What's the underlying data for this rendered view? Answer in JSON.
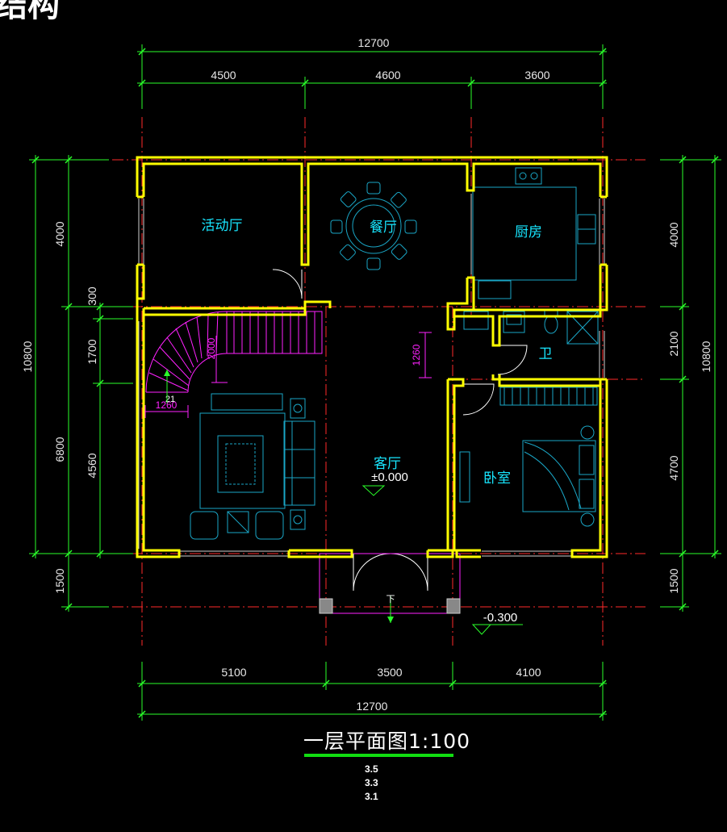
{
  "header_fragment": "结构",
  "dimensions": {
    "top_total": "12700",
    "top_segments": [
      "4500",
      "4600",
      "3600"
    ],
    "bottom_segments": [
      "5100",
      "3500",
      "4100"
    ],
    "bottom_total": "12700",
    "left_total": "10800",
    "left_outer": [
      "4000",
      "6800",
      "1500"
    ],
    "left_inner": [
      "300",
      "1700",
      "4560"
    ],
    "right_total": "10800",
    "right_segments": [
      "4000",
      "2100",
      "4700",
      "1500"
    ],
    "stair_width": "1260",
    "stair_length": "2000",
    "stair_steps": "21",
    "corridor_width": "1260"
  },
  "rooms": {
    "activity": "活动厅",
    "dining": "餐厅",
    "kitchen": "厨房",
    "bath": "卫",
    "living": "客厅",
    "living_level": "±0.000",
    "bedroom": "卧室",
    "entry_level": "-0.300",
    "down_mark": "下"
  },
  "title": {
    "text": "一层平面图1:100",
    "notes": [
      "3.5",
      "3.3",
      "3.1"
    ]
  },
  "colors": {
    "wall": "#ffff00",
    "axis": "#ff2a2a",
    "dimension": "#2aff2a",
    "furniture": "#1aa6c6",
    "stair": "#ff22ff",
    "label": "#18e6ff",
    "title_underline": "#11dd11"
  }
}
